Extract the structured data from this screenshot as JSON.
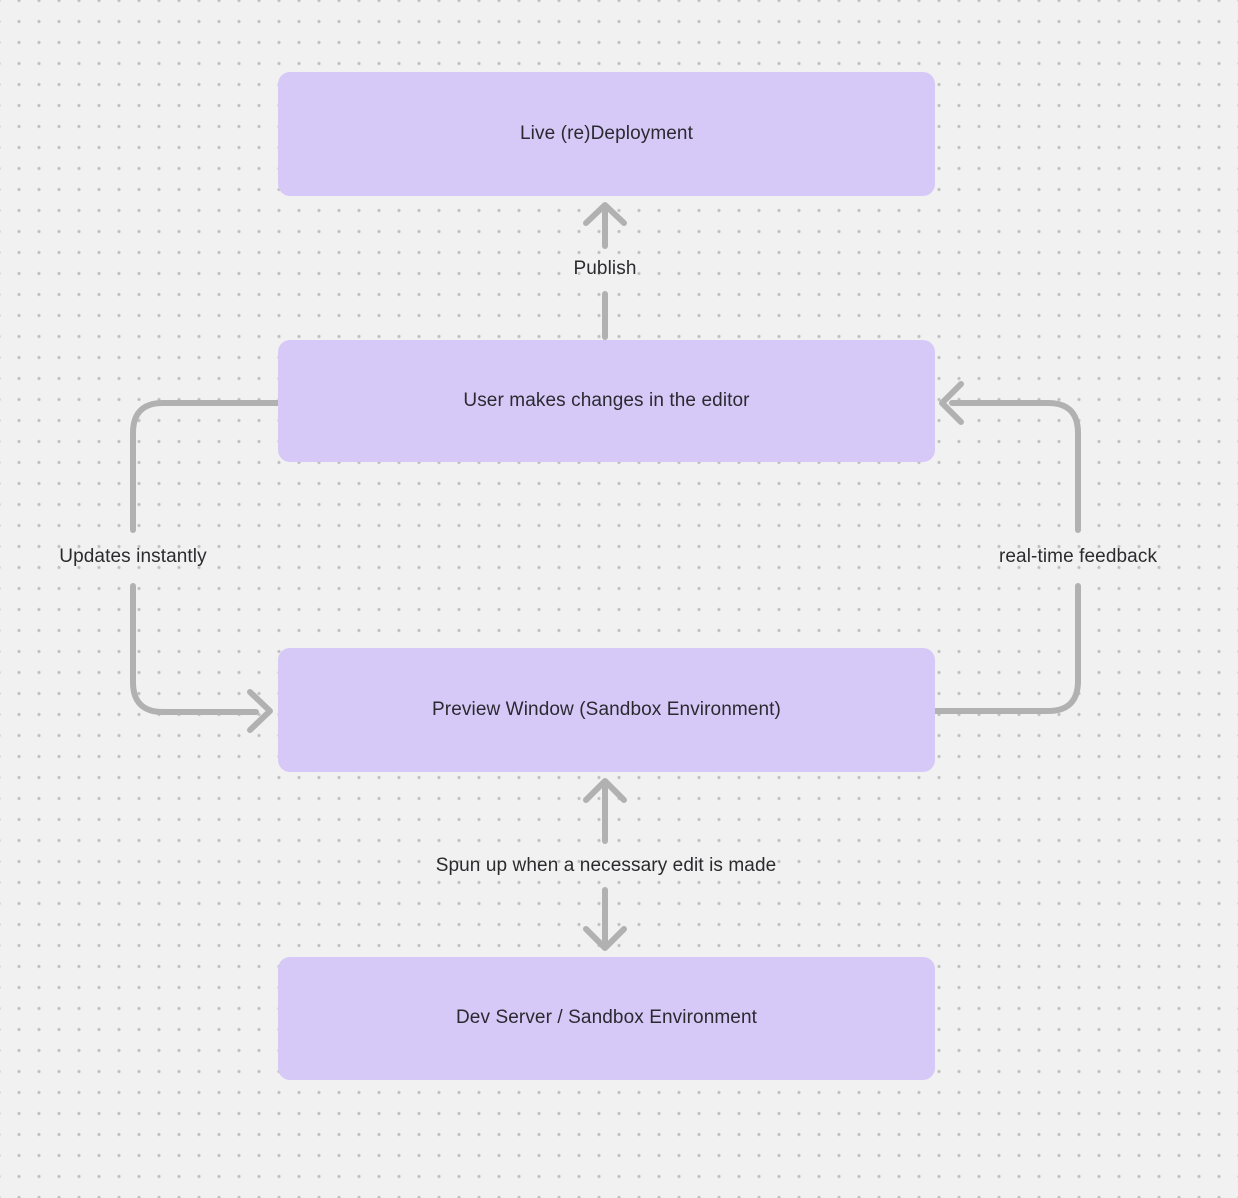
{
  "diagram": {
    "nodes": [
      {
        "label": "Live (re)Deployment"
      },
      {
        "label": "User makes changes in the editor"
      },
      {
        "label": "Preview Window (Sandbox Environment)"
      },
      {
        "label": "Dev Server / Sandbox Environment"
      }
    ],
    "edge_labels": {
      "publish": "Publish",
      "updates_instantly": "Updates instantly",
      "realtime_feedback": "real-time feedback",
      "spun_up": "Spun up when a necessary edit is made"
    },
    "colors": {
      "background": "#f2f1f1",
      "dot_grid": "#bdbdbd",
      "node_fill": "#d7c9f7",
      "arrow": "#b1b1b1",
      "text": "#2a2a30"
    }
  }
}
